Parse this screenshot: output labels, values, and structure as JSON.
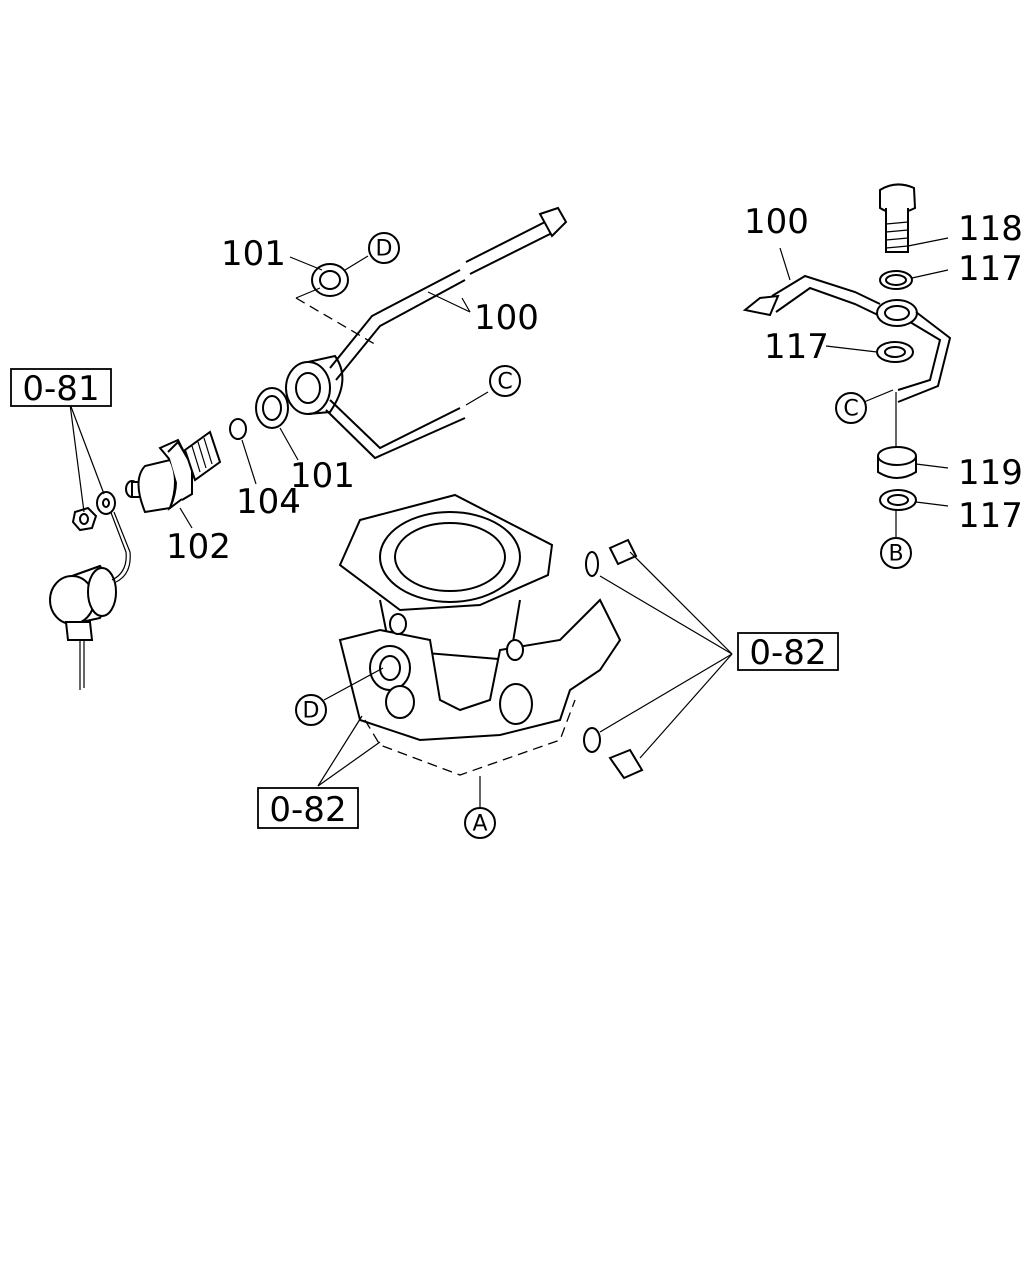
{
  "callouts": {
    "l101_top": "101",
    "l100_mid": "100",
    "l101_bottom": "101",
    "l104": "104",
    "l102": "102",
    "l100_right": "100",
    "l118": "118",
    "l117_a": "117",
    "l117_b": "117",
    "l119": "119",
    "l117_c": "117"
  },
  "refs": {
    "ref_081": "0-81",
    "ref_082_right": "0-82",
    "ref_082_left": "0-82"
  },
  "circles": {
    "d_top": "D",
    "c_mid": "C",
    "c_right": "C",
    "b_right": "B",
    "d_left": "D",
    "a_bottom": "A"
  }
}
